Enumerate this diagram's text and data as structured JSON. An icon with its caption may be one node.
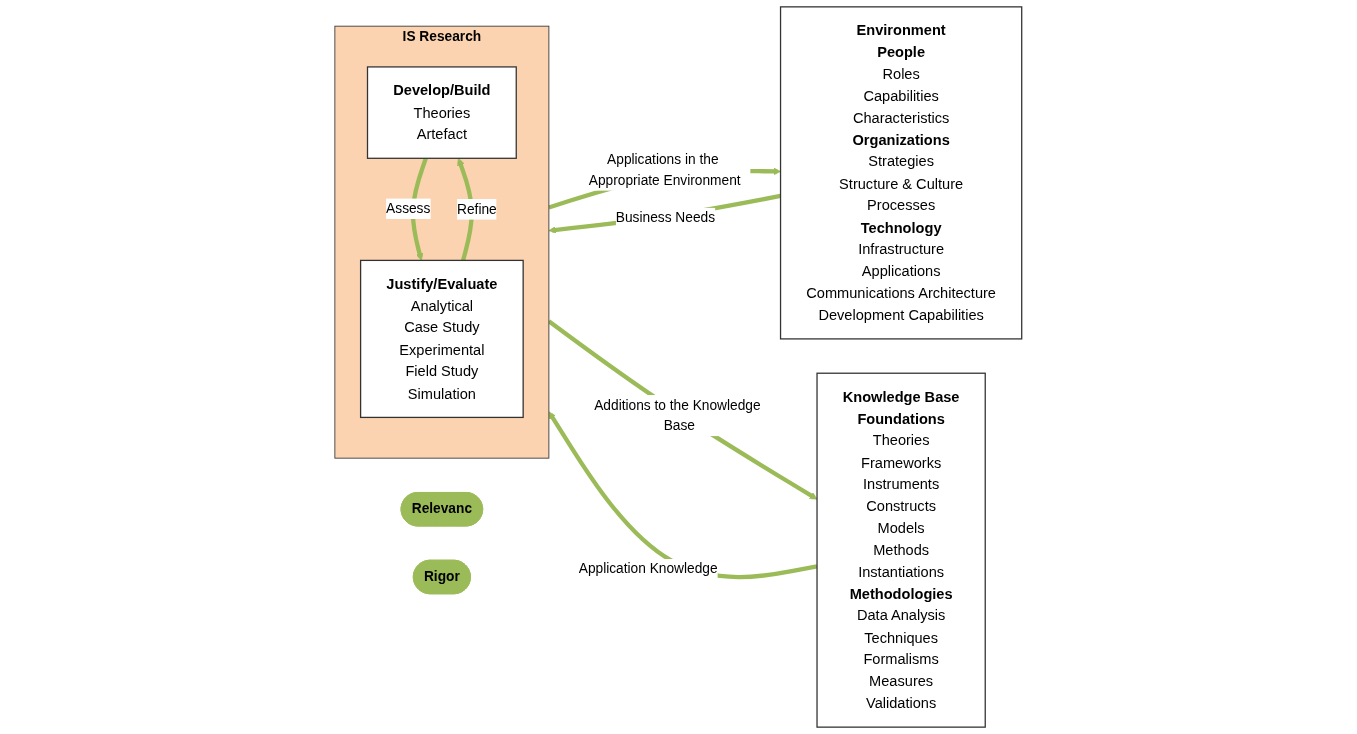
{
  "diagram": {
    "nodes": [
      {
        "text": [
          "Environment",
          "People",
          "Roles",
          "Capabilities",
          "Characteristics",
          "Organizations",
          "Strategies",
          "Structure & Culture",
          "Processes",
          "Technology",
          "Infrastructure",
          "Applications",
          "Communications Architecture",
          "Development Capabilities"
        ]
      },
      {
        "text": [
          "Relevanc"
        ]
      },
      {
        "text": [
          "IS Research"
        ]
      },
      {
        "text": [
          "Develop/Build",
          "Theories",
          "Artefact"
        ],
        "in": 2
      },
      {
        "text": [
          "Justify/Evaluate",
          "Analytical",
          "Case Study",
          "Experimental",
          "Field Study",
          "Simulation"
        ],
        "in": 2
      },
      {
        "text": [
          "Rigor"
        ]
      },
      {
        "text": [
          "Knowledge Base",
          "Foundations",
          "Theories",
          "Frameworks",
          "Instruments",
          "Constructs",
          "Models",
          "Methods",
          "Instantiations",
          "Methodologies",
          "Data Analysis",
          "Techniques",
          "Formalisms",
          "Measures",
          "Validations"
        ]
      }
    ],
    "edges": [
      {
        "from": 0,
        "to": 2,
        "arrow": "to",
        "label": "Business Needs"
      },
      {
        "from": 3,
        "to": 4,
        "arrow": "to",
        "label": "Assess"
      },
      {
        "from": 4,
        "to": 3,
        "arrow": "to",
        "label": "Refine"
      },
      {
        "from": 6,
        "to": 2,
        "arrow": "to",
        "label": "Application Knowledge"
      },
      {
        "from": 2,
        "to": 0,
        "arrow": "to",
        "label": "Applications in the Appropriate Environment"
      },
      {
        "from": 2,
        "to": 6,
        "arrow": "to",
        "label": "Additions to the Knowledge Base"
      }
    ]
  }
}
